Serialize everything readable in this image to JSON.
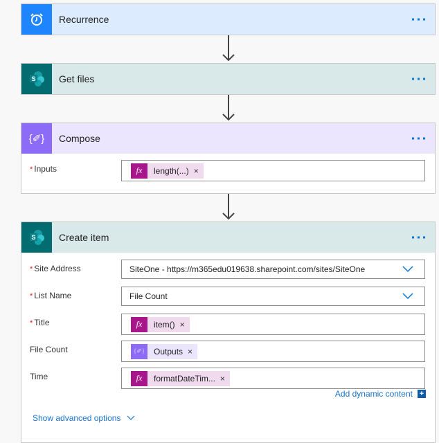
{
  "colors": {
    "recurrence_header": "#dcebfd",
    "recurrence_icon_bg": "#1f85ff",
    "sharepoint_header": "#d9e8e8",
    "sharepoint_icon_bg": "#036c70",
    "compose_header": "#ebe6fd",
    "compose_icon_bg": "#8c6cf7",
    "expression_token": "#a8168c",
    "link": "#1a73c9"
  },
  "steps": [
    {
      "title": "Recurrence",
      "icon": "alarm-clock-icon",
      "more_label": "More options"
    },
    {
      "title": "Get files",
      "icon": "sharepoint-icon",
      "more_label": "More options"
    },
    {
      "title": "Compose",
      "icon": "compose-icon",
      "more_label": "More options",
      "fields": [
        {
          "label": "Inputs",
          "required": "*",
          "token": {
            "icon": "fx",
            "text": "length(...)",
            "close": "×"
          }
        }
      ]
    },
    {
      "title": "Create item",
      "icon": "sharepoint-icon",
      "more_label": "More options",
      "fields": [
        {
          "label": "Site Address",
          "required": "*",
          "value": "SiteOne - https://m365edu019638.sharepoint.com/sites/SiteOne"
        },
        {
          "label": "List Name",
          "required": "*",
          "value": "File Count"
        },
        {
          "label": "Title",
          "required": "*",
          "token": {
            "icon": "fx",
            "text": "item()",
            "close": "×"
          }
        },
        {
          "label": "File Count",
          "token": {
            "icon": "{✐}",
            "text": "Outputs",
            "close": "×"
          }
        },
        {
          "label": "Time",
          "token": {
            "icon": "fx",
            "text": "formatDateTim...",
            "close": "×"
          }
        }
      ],
      "add_dynamic_content": "Add dynamic content",
      "add_dynamic_icon": "+",
      "show_advanced": "Show advanced options"
    }
  ]
}
